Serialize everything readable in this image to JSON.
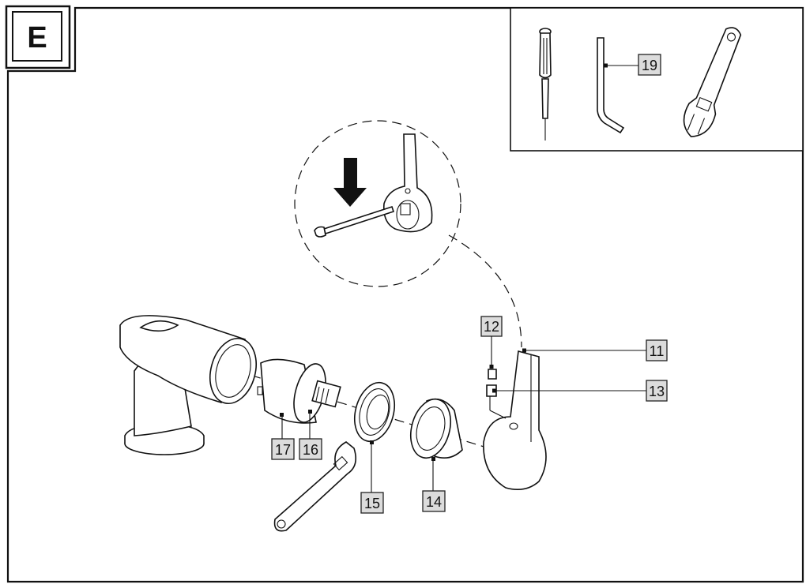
{
  "step_letter": "E",
  "callouts": {
    "handle": "11",
    "grub_screw": "12",
    "screw_insert": "13",
    "shroud": "14",
    "retaining_nut": "15",
    "cartridge_spline": "16",
    "cartridge": "17",
    "allen_key": "19"
  },
  "icons": {
    "arrow": "down-arrow-icon",
    "screwdriver": "screwdriver-icon",
    "allen_key": "allen-key-icon",
    "wrench": "adjustable-wrench-icon"
  },
  "colors": {
    "line": "#111111",
    "label_fill": "#dcdcdc",
    "background": "#ffffff"
  }
}
